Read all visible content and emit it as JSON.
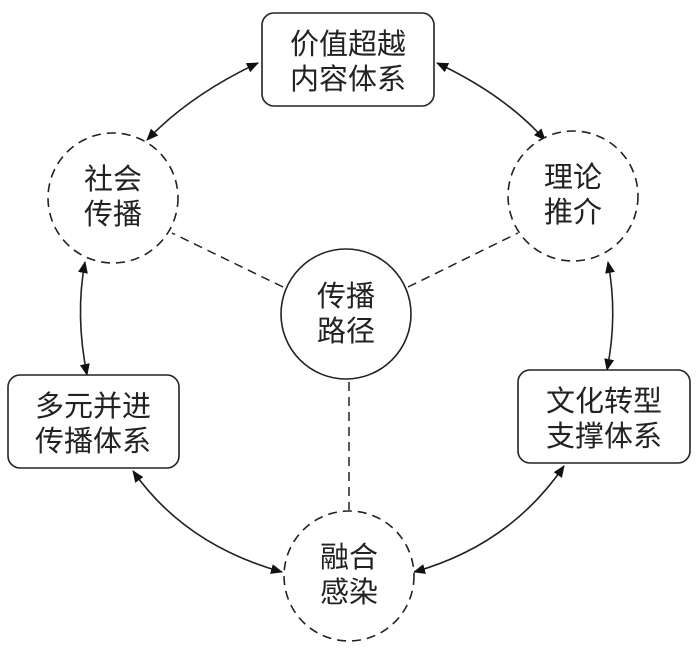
{
  "diagram": {
    "center": {
      "line1": "传播",
      "line2": "路径"
    },
    "nodes": {
      "top": {
        "line1": "价值超越",
        "line2": "内容体系",
        "shape": "rounded-box"
      },
      "upper_left": {
        "line1": "社会",
        "line2": "传播",
        "shape": "dashed-circle"
      },
      "upper_right": {
        "line1": "理论",
        "line2": "推介",
        "shape": "dashed-circle"
      },
      "lower_left": {
        "line1": "多元并进",
        "line2": "传播体系",
        "shape": "rounded-box"
      },
      "lower_right": {
        "line1": "文化转型",
        "line2": "支撑体系",
        "shape": "rounded-box"
      },
      "bottom": {
        "line1": "融合",
        "line2": "感染",
        "shape": "dashed-circle"
      }
    },
    "edges": [
      {
        "from": "top",
        "to": "upper_left",
        "type": "bidirectional-arrow"
      },
      {
        "from": "top",
        "to": "upper_right",
        "type": "bidirectional-arrow"
      },
      {
        "from": "upper_left",
        "to": "lower_left",
        "type": "bidirectional-arrow"
      },
      {
        "from": "upper_right",
        "to": "lower_right",
        "type": "bidirectional-arrow"
      },
      {
        "from": "lower_left",
        "to": "bottom",
        "type": "bidirectional-arrow"
      },
      {
        "from": "lower_right",
        "to": "bottom",
        "type": "bidirectional-arrow"
      },
      {
        "from": "center",
        "to": "upper_left",
        "type": "dashed-line"
      },
      {
        "from": "center",
        "to": "upper_right",
        "type": "dashed-line"
      },
      {
        "from": "center",
        "to": "bottom",
        "type": "dashed-line"
      }
    ]
  }
}
